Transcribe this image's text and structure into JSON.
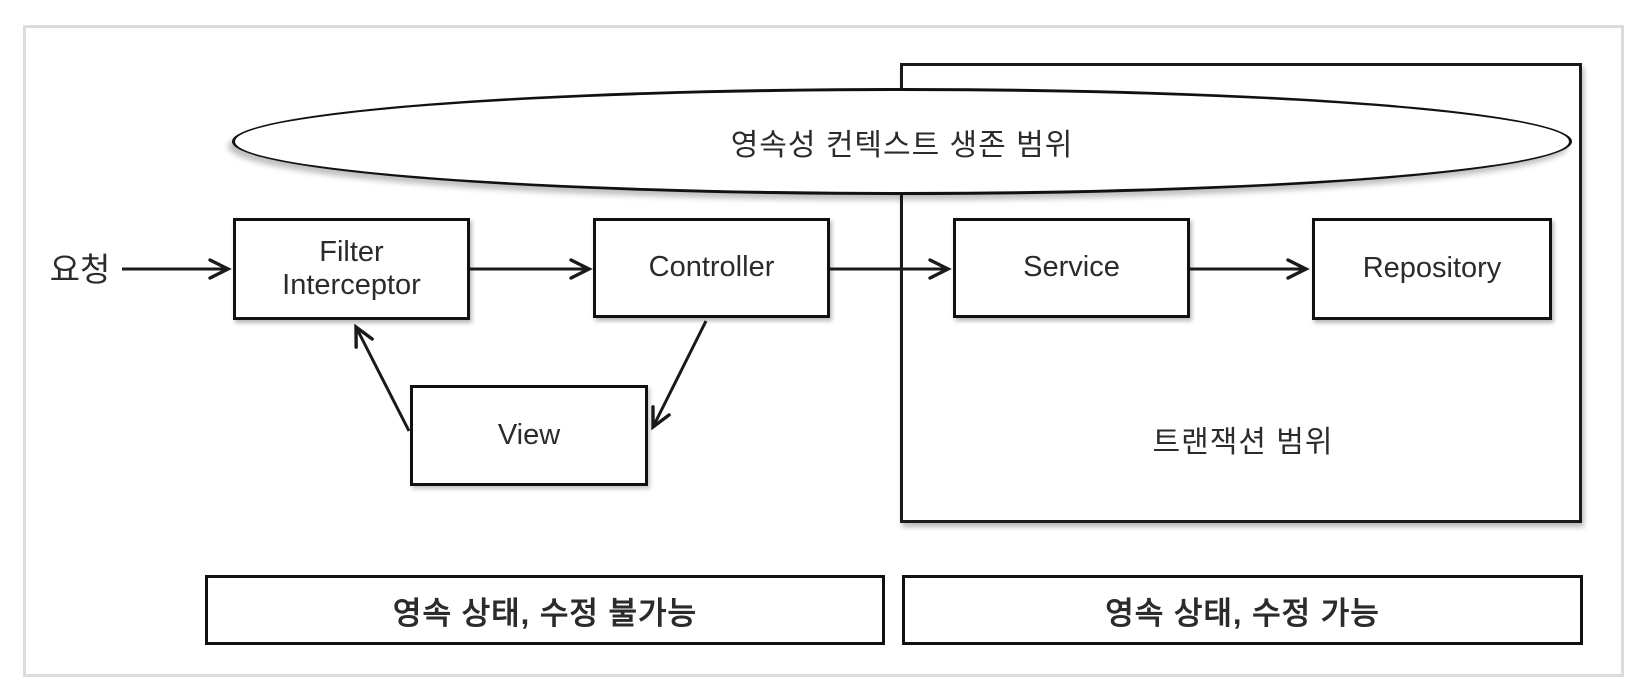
{
  "diagram": {
    "request_label": "요청",
    "ellipse_label": "영속성 컨텍스트 생존 범위",
    "transaction_label": "트랜잭션 범위",
    "nodes": {
      "filter_interceptor": {
        "line1": "Filter",
        "line2": "Interceptor"
      },
      "controller": "Controller",
      "service": "Service",
      "repository": "Repository",
      "view": "View"
    },
    "legend": {
      "left": "영속 상태, 수정 불가능",
      "right": "영속 상태, 수정 가능"
    },
    "colors": {
      "line": "#1a1a1a",
      "box_border": "#111111",
      "text": "#2b2b2b",
      "frame_border": "#dcdcdc",
      "background": "#ffffff"
    }
  }
}
